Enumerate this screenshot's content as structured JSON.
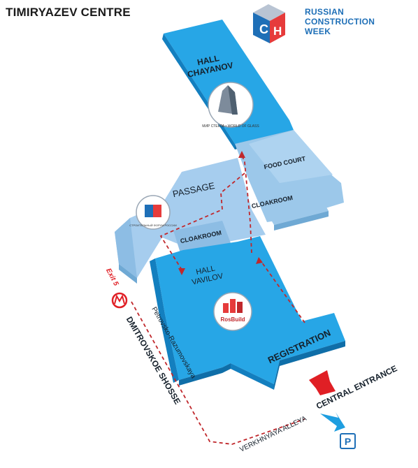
{
  "header": {
    "title": "TIMIRYAZEV CENTRE",
    "brand_lines": [
      "RUSSIAN",
      "CONSTRUCTION",
      "WEEK"
    ]
  },
  "areas": {
    "hall_chayanov": [
      "HALL",
      "CHAYANOV"
    ],
    "food_court": "FOOD COURT",
    "cloakroom_right": "CLOAKROOM",
    "passage": "PASSAGE",
    "cloakroom_left": "CLOAKROOM",
    "hall_vavilov": [
      "HALL",
      "VAVILOV"
    ],
    "registration": "REGISTRATION"
  },
  "exhibitor_logos": {
    "world_of_glass": "МИР СТЕКЛА • WORLD OF GLASS",
    "russian_construction_forum": "СТРОИТЕЛЬНЫЙ ФОРУМ РОССИИ",
    "rosbuild": "RosBuild"
  },
  "streets": {
    "exit": "Exit 5",
    "metro_station": "Petrovsko-Razumovskaya",
    "highway": "DMITROVSKOE SHOSSE",
    "alley": "VERKHNYAYA ALLEYA",
    "entrance": "CENTRAL ENTRANCE",
    "parking": "P"
  },
  "colors": {
    "hall_blue": "#1e9ee0",
    "passage_blue": "#8fbfe6",
    "route_red": "#c0282c",
    "brand_blue": "#1e6fb7"
  }
}
